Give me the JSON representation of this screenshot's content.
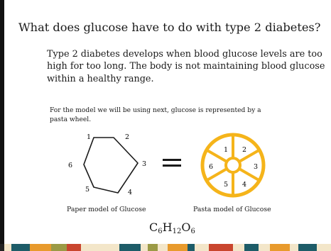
{
  "slide": {
    "title": "What does glucose have to do with type 2 diabetes?",
    "body": "Type 2 diabetes develops when blood glucose levels are too high for too long. The body is not maintaining blood glucose within a healthy range.",
    "model_intro": "For the model we will be using next, glucose is represented by a pasta wheel.",
    "paper_model": {
      "caption": "Paper model of Glucose",
      "vertex_labels": [
        "1",
        "2",
        "3",
        "4",
        "5",
        "6"
      ]
    },
    "equals_sign": "=",
    "pasta_model": {
      "caption": "Pasta model of Glucose",
      "segment_labels": [
        "1",
        "2",
        "3",
        "4",
        "5",
        "6"
      ],
      "color": "#f5b41a"
    },
    "formula": {
      "c": "C",
      "c_sub": "6",
      "h": "H",
      "h_sub": "12",
      "o": "O",
      "o_sub": "6"
    },
    "bottom_bar_colors": [
      "#f3e6c9",
      "#1d5c68",
      "#e89a2c",
      "#c9452e",
      "#9b9a45",
      "#222222"
    ]
  }
}
